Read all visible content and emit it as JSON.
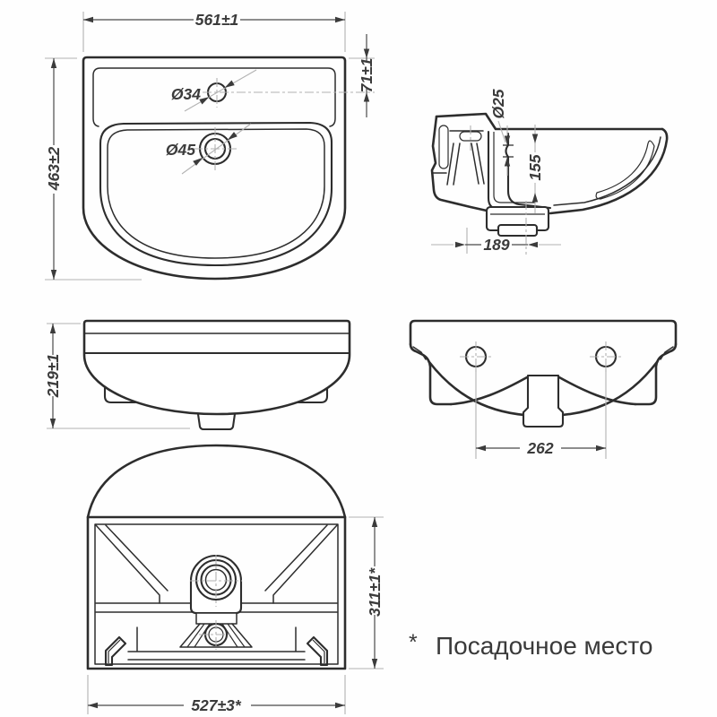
{
  "drawing_type": "washbasin technical drawing",
  "dimensions": {
    "top_width": "561±1",
    "top_depth": "463±2",
    "faucet_offset": "71±1",
    "faucet_hole_dia": "Ø34",
    "drain_hole_dia": "Ø45",
    "overflow_hole_dia": "Ø25",
    "bowl_depth": "155",
    "drain_from_wall": "189",
    "front_height": "219±1",
    "mount_hole_spacing": "262",
    "mount_depth": "311±1*",
    "mount_width": "527±3*"
  },
  "footnote": {
    "marker": "*",
    "text": "Посадочное место"
  },
  "colors": {
    "outline": "#2d2d2d",
    "dimension": "#3b3b3b",
    "extension_line": "#b2b2b2",
    "background": "#fefefe"
  }
}
